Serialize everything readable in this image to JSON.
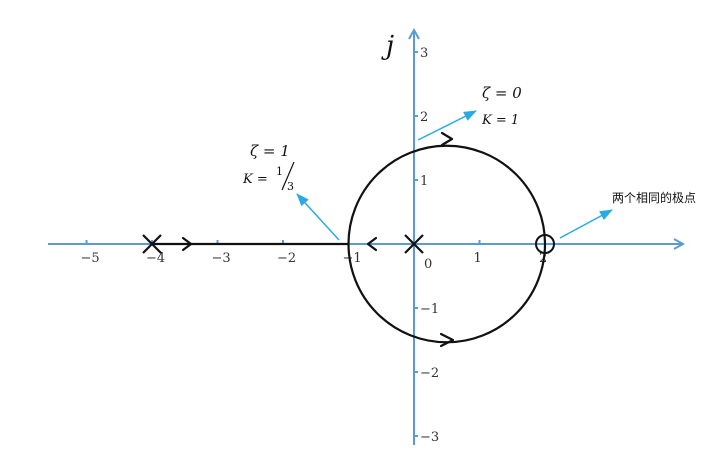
{
  "diagram": {
    "imag_axis_label": "j",
    "origin_label": "0",
    "x_ticks": [
      {
        "value": -5,
        "label": "−5"
      },
      {
        "value": -4,
        "label": "−4"
      },
      {
        "value": -3,
        "label": "−3"
      },
      {
        "value": -2,
        "label": "−2"
      },
      {
        "value": -1,
        "label": "−1"
      },
      {
        "value": 1,
        "label": "1"
      },
      {
        "value": 2,
        "label": "2"
      }
    ],
    "y_ticks": [
      {
        "value": 3,
        "label": "3"
      },
      {
        "value": 2,
        "label": "2"
      },
      {
        "value": 1,
        "label": "1"
      },
      {
        "value": -1,
        "label": "−1"
      },
      {
        "value": -2,
        "label": "−2"
      },
      {
        "value": -3,
        "label": "−3"
      }
    ],
    "poles": [
      {
        "re": -4,
        "im": 0
      },
      {
        "re": 0,
        "im": 0
      }
    ],
    "zeros": [
      {
        "re": 2,
        "im": 0
      }
    ],
    "circle_locus": {
      "center_re": 0.5,
      "center_im": 0,
      "radius": 1.5
    },
    "annotations": {
      "zeta0": {
        "zeta": "ζ = 0",
        "k": "K = 1"
      },
      "zeta1": {
        "zeta": "ζ = 1",
        "k_prefix": "K = ",
        "k_num": "1",
        "k_den": "3"
      },
      "double_pole": "两个相同的极点"
    }
  }
}
